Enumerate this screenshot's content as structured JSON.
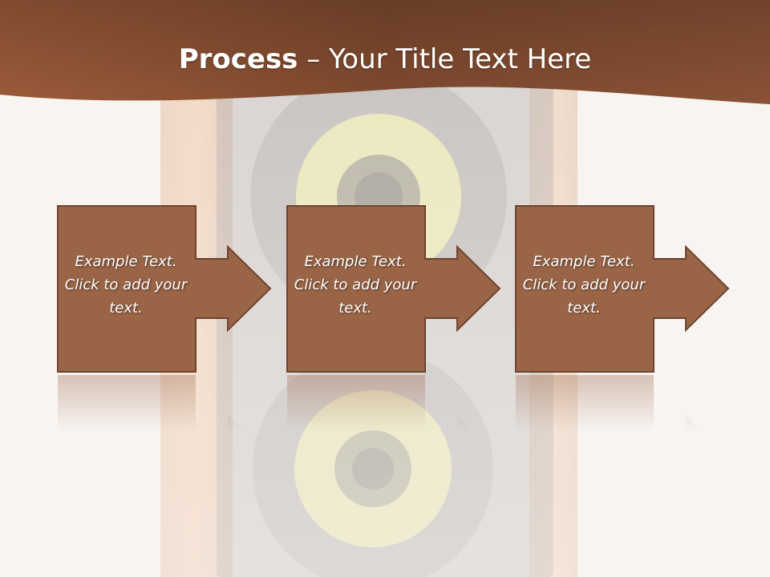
{
  "slide": {
    "title_bold": "Process",
    "title_rest": " – Your Title Text Here",
    "steps": [
      {
        "text": "Example Text. Click  to add your text."
      },
      {
        "text": "Example Text. Click  to add your text."
      },
      {
        "text": "Example Text. Click  to add your text."
      }
    ]
  },
  "colors": {
    "header": "#8a5034",
    "box_fill": "#9a6446",
    "box_border": "#6e4330",
    "speaker_cone": "#e6e06a",
    "speaker_body": "#3a3633"
  },
  "icons": {
    "background": "speaker-photo",
    "connector": "right-arrow-icon"
  }
}
